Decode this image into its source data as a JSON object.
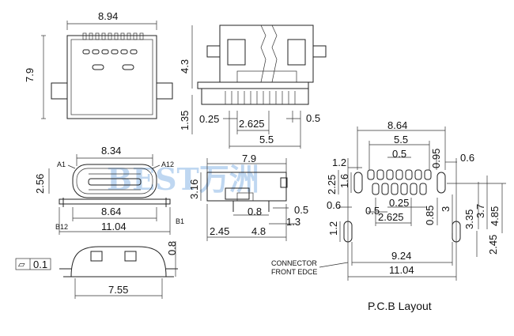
{
  "watermark": "BEST万洲",
  "top_view": {
    "width": "8.94",
    "height": "7.9"
  },
  "side_view": {
    "d1": "4.3",
    "d2": "1.35",
    "d3": "0.25",
    "d4": "2.625",
    "d5": "0.5",
    "d6": "5.5"
  },
  "front_view": {
    "w_inner": "8.34",
    "w_mid": "8.64",
    "w_outer": "11.04",
    "h": "2.56",
    "label_a1": "A1",
    "label_a12": "A12",
    "label_b12": "B12",
    "label_b1": "B1"
  },
  "profile_view": {
    "len": "7.9",
    "h": "3.16",
    "d08": "0.8",
    "d05": "0.5",
    "d13": "1.3",
    "d245": "2.45",
    "d48": "4.8"
  },
  "bottom_view": {
    "flatness_symbol": "▱",
    "flatness": "0.1",
    "d08": "0.8",
    "width": "7.55"
  },
  "pcb": {
    "title": "P.C.B Layout",
    "w864": "8.64",
    "w55": "5.5",
    "d05a": "0.5",
    "d095": "0.95",
    "d06a": "0.6",
    "d12a": "1.2",
    "d225": "2.25",
    "d16": "1.6",
    "d025": "0.25",
    "d085": "0.85",
    "d3": "3",
    "d335": "3.35",
    "d37": "3.7",
    "d485": "4.85",
    "d06b": "0.6",
    "d12b": "1.2",
    "d05b": "0.5",
    "d2625": "2.625",
    "d245": "2.45",
    "w924": "9.24",
    "w1104": "11.04",
    "connector_label_1": "CONNECTOR",
    "connector_label_2": "FRONT EDCE"
  }
}
